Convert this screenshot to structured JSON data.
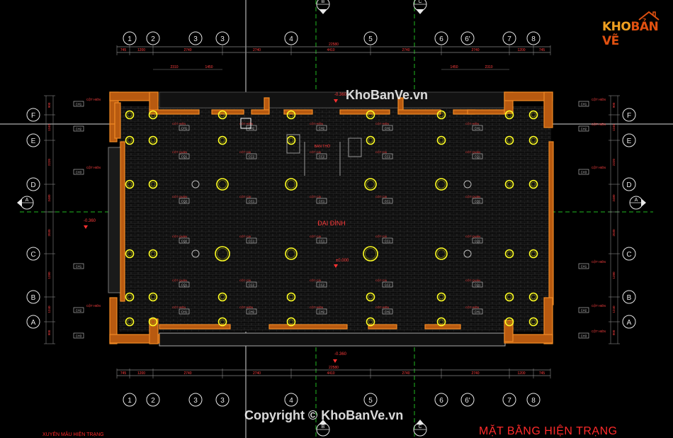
{
  "logo": {
    "part1": "KHO",
    "part2": "BẢN VẼ"
  },
  "watermark_top": "KhoBanVe.vn",
  "watermark_bottom": "Copyright © KhoBanVe.vn",
  "drawing_title": "MẶT BẰNG  HIỆN TRẠNG",
  "footnote": "XUYÊN MÂU HIỆN TRẠNG",
  "room_label": "ĐẠI ĐÌNH",
  "altar_label": "BAN THỜ",
  "levels": {
    "top": "-0.360",
    "center": "±0.000",
    "bottom": "-0.360",
    "left": "-0.360"
  },
  "grid_columns": [
    "1",
    "2",
    "3",
    "3",
    "4",
    "5",
    "6",
    "6'",
    "7",
    "8"
  ],
  "grid_rows": [
    "F",
    "E",
    "D",
    "C",
    "B",
    "A"
  ],
  "section_marks": {
    "vertical_a": "B",
    "vertical_b": "C",
    "horizontal": "A"
  },
  "dims_top": [
    "745",
    "1200",
    "2740",
    "2740",
    "4410",
    "2740",
    "2740",
    "1200",
    "745"
  ],
  "dims_top_total": "22580",
  "dims_inner_top": [
    "2310",
    "1450",
    "1450",
    "2310"
  ],
  "dims_side": [
    "900",
    "1240",
    "2220",
    "2480",
    "2030",
    "1280",
    "1240",
    "900"
  ],
  "column_tags": {
    "outer": "CỘT HIÊN",
    "inner": "CỘT QUÂN",
    "main": "CỘT CÁI",
    "codes": [
      "CH1",
      "CH2",
      "CH3",
      "CQ1",
      "CQ2",
      "CC1",
      "CC2",
      "CC3"
    ]
  }
}
